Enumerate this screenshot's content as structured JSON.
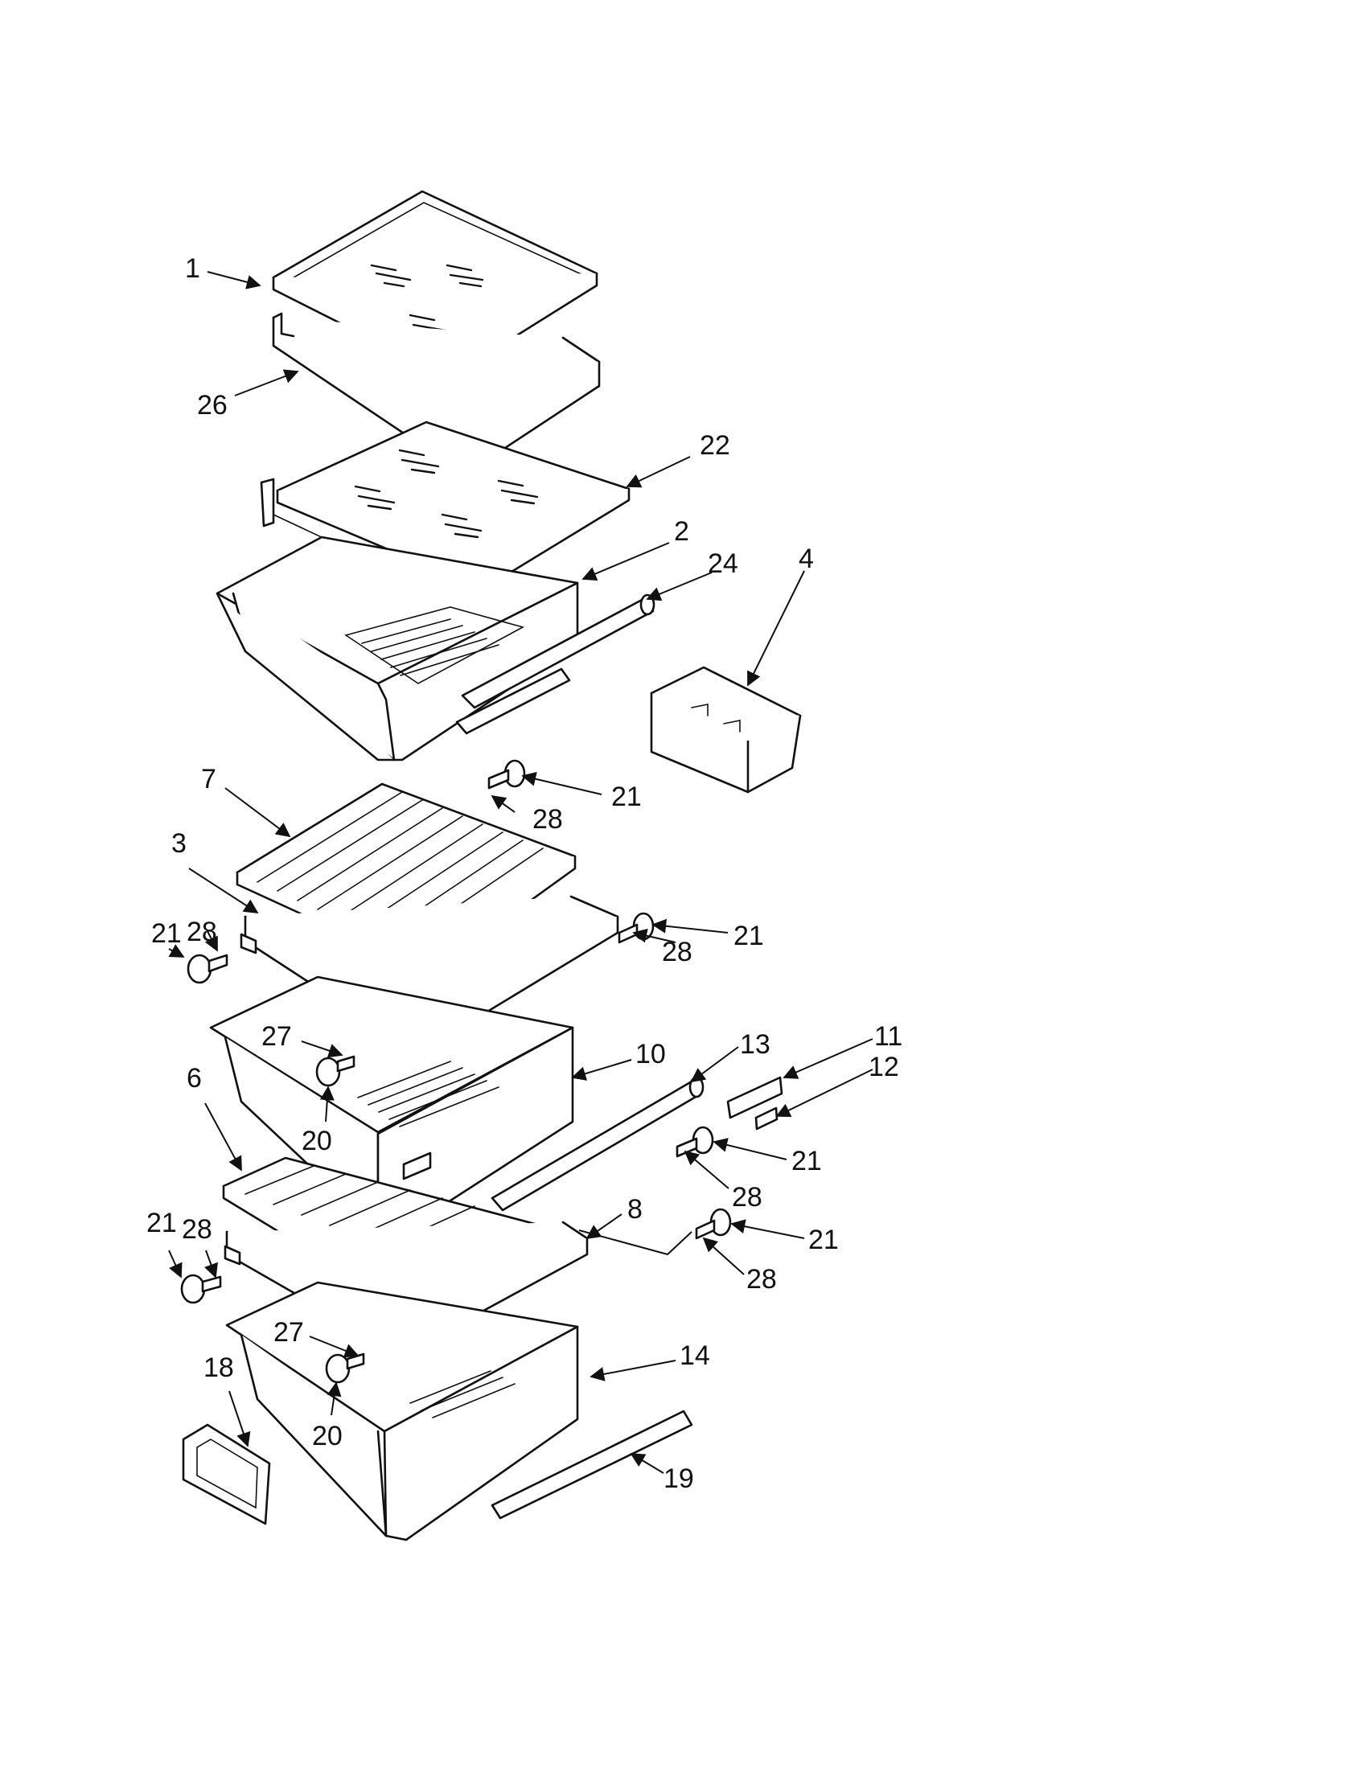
{
  "callouts": [
    {
      "id": "1",
      "label": "1"
    },
    {
      "id": "26",
      "label": "26"
    },
    {
      "id": "22",
      "label": "22"
    },
    {
      "id": "2",
      "label": "2"
    },
    {
      "id": "24",
      "label": "24"
    },
    {
      "id": "4",
      "label": "4"
    },
    {
      "id": "7",
      "label": "7"
    },
    {
      "id": "3",
      "label": "3"
    },
    {
      "id": "21a",
      "label": "21"
    },
    {
      "id": "28a",
      "label": "28"
    },
    {
      "id": "21b",
      "label": "21"
    },
    {
      "id": "28b",
      "label": "28"
    },
    {
      "id": "21c",
      "label": "21"
    },
    {
      "id": "28c",
      "label": "28"
    },
    {
      "id": "27a",
      "label": "27"
    },
    {
      "id": "20a",
      "label": "20"
    },
    {
      "id": "10",
      "label": "10"
    },
    {
      "id": "13",
      "label": "13"
    },
    {
      "id": "11",
      "label": "11"
    },
    {
      "id": "12",
      "label": "12"
    },
    {
      "id": "6",
      "label": "6"
    },
    {
      "id": "21d",
      "label": "21"
    },
    {
      "id": "28d",
      "label": "28"
    },
    {
      "id": "8",
      "label": "8"
    },
    {
      "id": "21e",
      "label": "21"
    },
    {
      "id": "28e",
      "label": "28"
    },
    {
      "id": "21f",
      "label": "21"
    },
    {
      "id": "28f",
      "label": "28"
    },
    {
      "id": "27b",
      "label": "27"
    },
    {
      "id": "20b",
      "label": "20"
    },
    {
      "id": "14",
      "label": "14"
    },
    {
      "id": "18",
      "label": "18"
    },
    {
      "id": "19",
      "label": "19"
    }
  ]
}
